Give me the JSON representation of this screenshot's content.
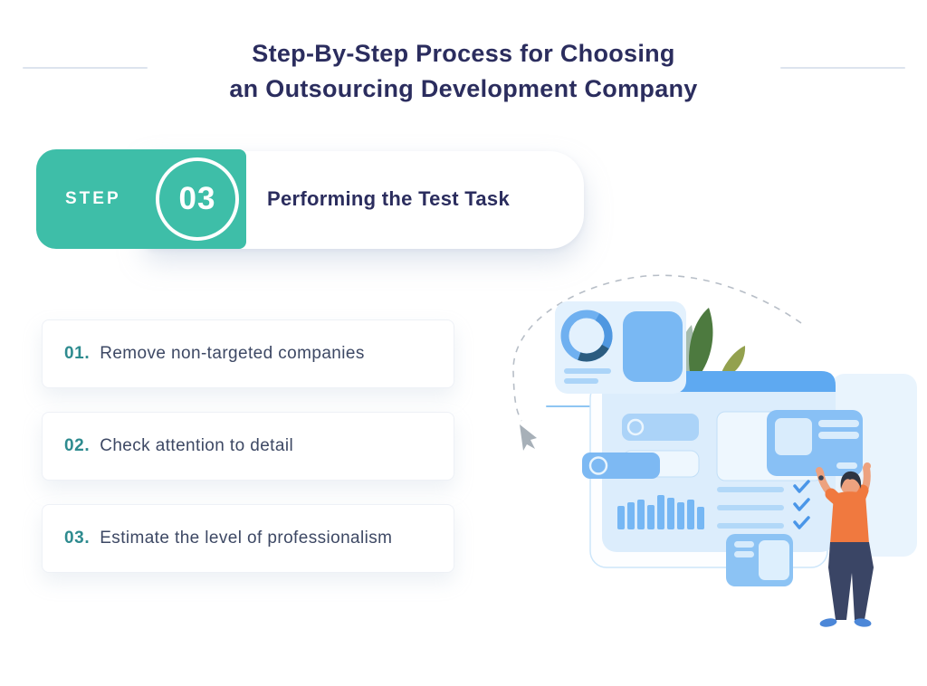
{
  "title": {
    "line1": "Step-By-Step Process for Choosing",
    "line2": "an Outsourcing Development Company"
  },
  "step_badge": {
    "label": "STEP",
    "number": "03",
    "title": "Performing the Test Task"
  },
  "steps": [
    {
      "number": "01.",
      "text": "Remove non-targeted companies"
    },
    {
      "number": "02.",
      "text": "Check attention to detail"
    },
    {
      "number": "03.",
      "text": "Estimate the level of professionalism"
    }
  ],
  "colors": {
    "navy_text": "#2b2d5e",
    "teal_badge": "#3ebea8",
    "teal_step_number": "#2e8b8f",
    "body_text": "#3d4864",
    "divider_line": "#dde4ee",
    "blue_header": "#5ea9f1",
    "blue_card_light": "#ddeefd",
    "blue_tile": "#79b8f3",
    "orange_shirt": "#f0793f"
  },
  "illustration": {
    "alt": "Person arranging dashboard interface cards with charts and checklists",
    "parts": [
      "dashed-path",
      "cursor-arrow-icon",
      "side-panel",
      "analytics-card",
      "donut-chart-icon",
      "text-lines",
      "blue-tile",
      "leaves",
      "dashboard-card",
      "toggle-pill-icon",
      "bar-chart",
      "checklist-checkmarks",
      "profile-card",
      "widget-card",
      "person-figure"
    ],
    "bar_chart": {
      "heights": [
        26,
        30,
        33,
        27,
        38,
        35,
        30,
        33,
        25
      ],
      "color": "#76b7f4"
    },
    "checklist": {
      "rows": 3,
      "check_color": "#4a96e8",
      "line_color": "#b2d8f8"
    }
  }
}
